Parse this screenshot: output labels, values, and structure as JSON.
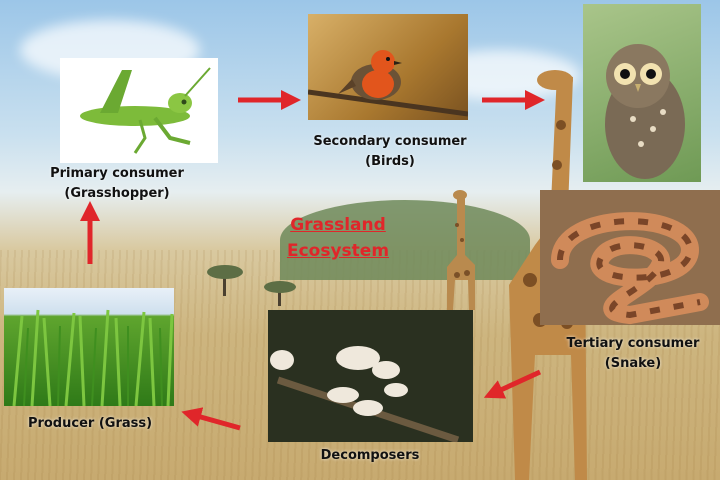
{
  "title": {
    "line1": "Grassland",
    "line2": "Ecosystem"
  },
  "nodes": {
    "primary": {
      "line1": "Primary consumer",
      "line2": "(Grasshopper)"
    },
    "secondary": {
      "line1": "Secondary consumer",
      "line2": "(Birds)"
    },
    "tertiary": {
      "line1": "Tertiary consumer",
      "line2": "(Snake)"
    },
    "decomposers": {
      "line1": "Decomposers"
    },
    "producer": {
      "line1": "Producer (Grass)"
    }
  },
  "colors": {
    "arrow": "#e0262a",
    "title": "#e0262a"
  }
}
